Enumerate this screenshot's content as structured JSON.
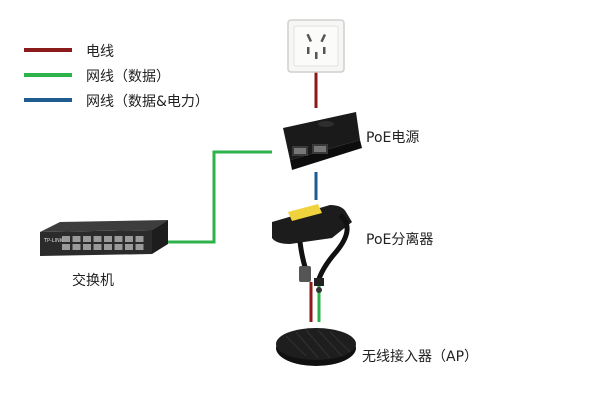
{
  "legend": [
    {
      "label": "电线",
      "color": "#8b1a1a"
    },
    {
      "label": "网线（数据）",
      "color": "#2db34a"
    },
    {
      "label": "网线（数据&电力）",
      "color": "#1e5b8f"
    }
  ],
  "devices": {
    "outlet": {
      "name": ""
    },
    "poe_source": {
      "name": "PoE电源"
    },
    "splitter": {
      "name": "PoE分离器"
    },
    "switch": {
      "name": "交换机",
      "brand": "TP-LINK"
    },
    "ap": {
      "name": "无线接入器（AP）"
    }
  },
  "colors": {
    "power": "#8b1a1a",
    "data": "#2db34a",
    "poe": "#1e5b8f"
  }
}
